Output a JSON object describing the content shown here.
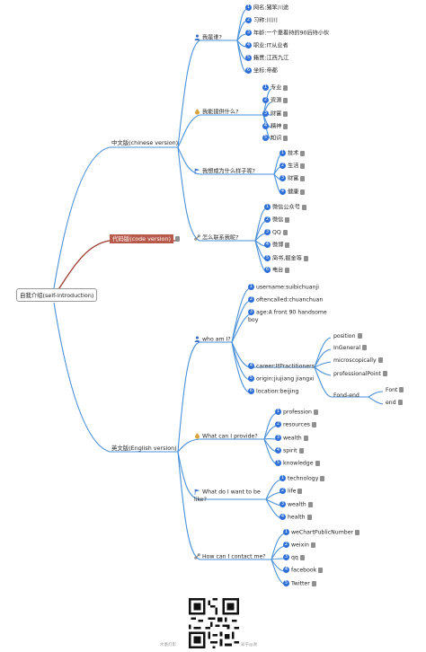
{
  "root": "自我介绍(self-introduction)",
  "branches": {
    "cn": "中文版(chinese version)",
    "code": "代码版(code version)",
    "en": "英文版(English version)"
  },
  "cn": {
    "who": {
      "label": "我是谁?",
      "items": [
        "网名:猪笨川途",
        "习称:川川",
        "年龄:一个靠着持的90后持小伙",
        "职业:IT从业者",
        "籍贯:江西九江",
        "坐标:帝都"
      ]
    },
    "provide": {
      "label": "我能提供什么?",
      "items": [
        "专业",
        "资源",
        "财富",
        "精神",
        "知识"
      ]
    },
    "want": {
      "label": "我想成为什么样子呢?",
      "items": [
        "技术",
        "生活",
        "财富",
        "健康"
      ]
    },
    "contact": {
      "label": "怎么联系我呢?",
      "items": [
        "微信公众号",
        "微信",
        "QQ",
        "微博",
        "简书,掘金等",
        "电台"
      ]
    }
  },
  "en": {
    "who": {
      "label": "who am I?",
      "items": [
        "username:suibichuanji",
        "oftencalled:chuanchuan",
        "age:A front 90 handsome boy",
        "career:ItPractitioners",
        "origin:jiujiang jiangxi",
        "location:beijing"
      ],
      "career_sub": [
        "position",
        "InGeneral",
        "microscopically",
        "professionalPoint",
        "Fond-end"
      ],
      "fondend_sub": [
        "Font",
        "end"
      ]
    },
    "provide": {
      "label": "What can I provide?",
      "items": [
        "profession",
        "resources",
        "wealth",
        "spirit",
        "knowledge"
      ]
    },
    "want": {
      "label": "What do I want to be like?",
      "items": [
        "technology",
        "life",
        "wealth",
        "health"
      ]
    },
    "contact": {
      "label": "How can I contact me?",
      "items": [
        "weChartPublicNumber",
        "weixin",
        "qq",
        "facebook",
        "Twitter"
      ]
    }
  },
  "footer": {
    "left": "水墨灯影",
    "right": "知乎@谢"
  },
  "colors": {
    "branch_blue": "#4a90d9",
    "branch_code": "#9a3b2e",
    "number_badge": "#2d6fd6"
  }
}
